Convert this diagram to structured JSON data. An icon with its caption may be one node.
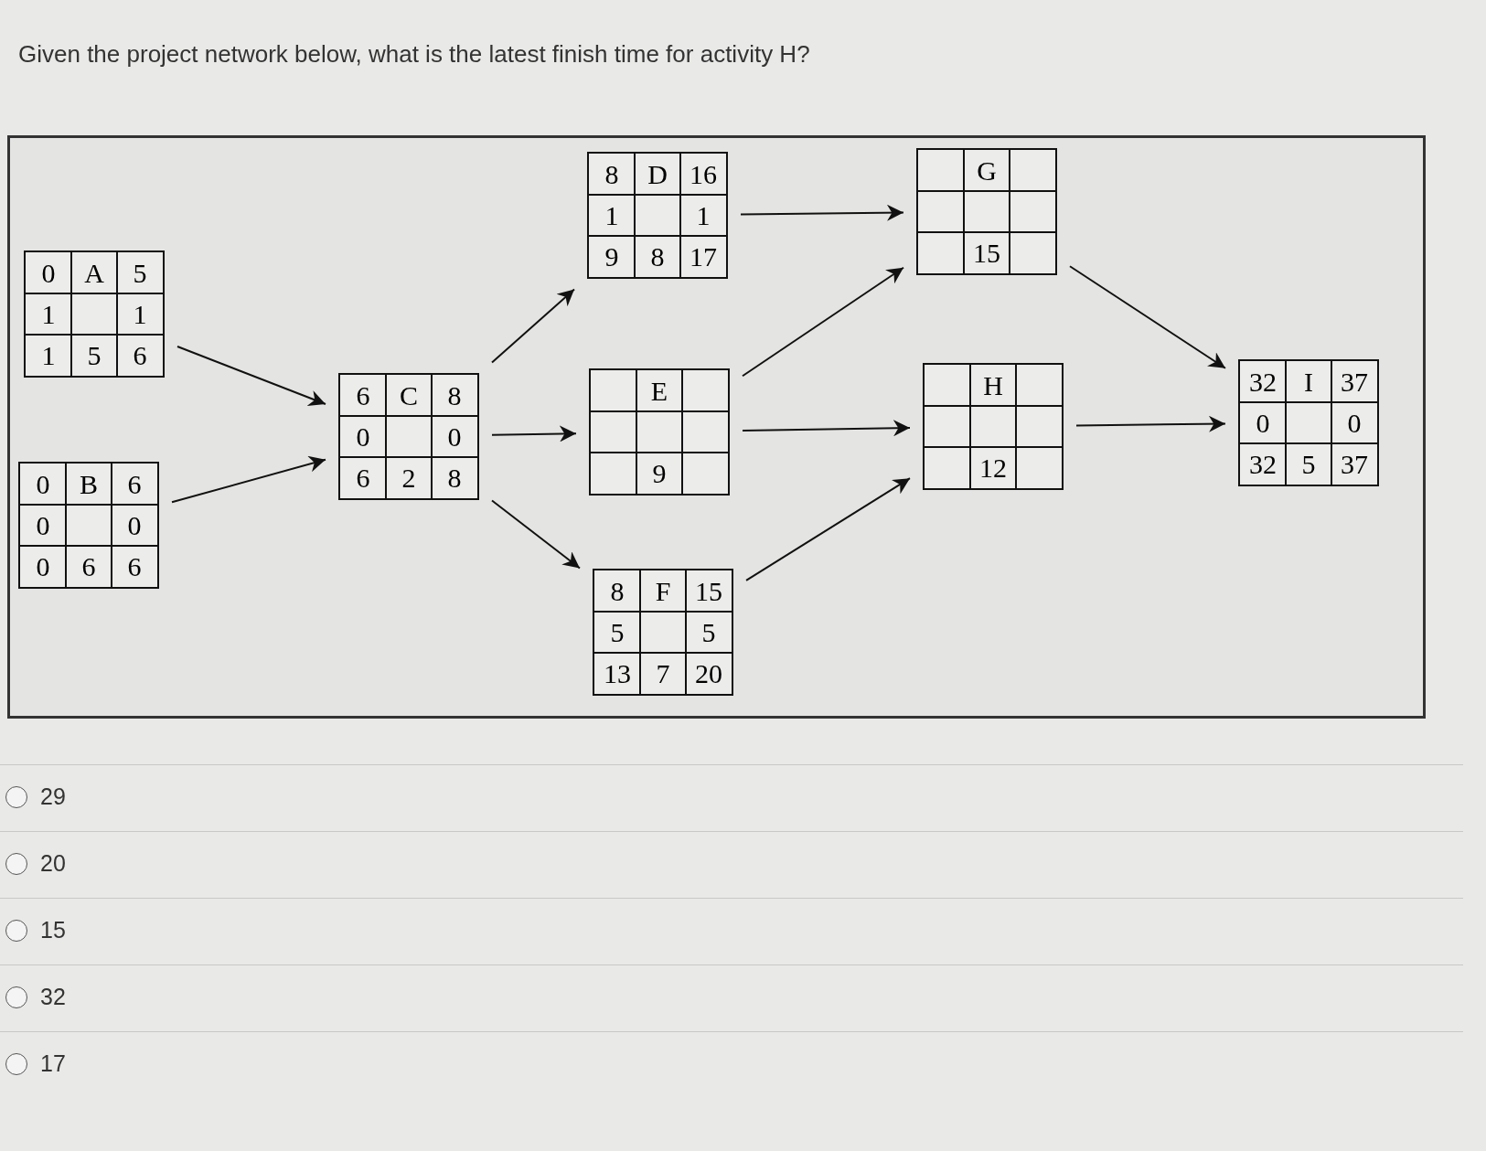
{
  "diagram": {
    "title": "Given the project network below, what is the latest finish time for activity H?",
    "nodes": [
      {
        "text": [
          "0",
          "A",
          "5",
          "1",
          "1",
          "1",
          "5",
          "6"
        ]
      },
      {
        "text": [
          "0",
          "B",
          "6",
          "0",
          "0",
          "0",
          "6",
          "6"
        ]
      },
      {
        "text": [
          "6",
          "C",
          "8",
          "0",
          "0",
          "6",
          "2",
          "8"
        ]
      },
      {
        "text": [
          "8",
          "D",
          "16",
          "1",
          "1",
          "9",
          "8",
          "17"
        ]
      },
      {
        "text": [
          "E",
          "9"
        ]
      },
      {
        "text": [
          "8",
          "F",
          "15",
          "5",
          "5",
          "13",
          "7",
          "20"
        ]
      },
      {
        "text": [
          "G",
          "15"
        ]
      },
      {
        "text": [
          "H",
          "12"
        ]
      },
      {
        "text": [
          "32",
          "I",
          "37",
          "0",
          "0",
          "32",
          "5",
          "37"
        ]
      }
    ],
    "edges": [
      {
        "from": 0,
        "to": 2,
        "arrow": "to"
      },
      {
        "from": 1,
        "to": 2,
        "arrow": "to"
      },
      {
        "from": 2,
        "to": 3,
        "arrow": "to"
      },
      {
        "from": 2,
        "to": 4,
        "arrow": "to"
      },
      {
        "from": 2,
        "to": 5,
        "arrow": "to"
      },
      {
        "from": 3,
        "to": 6,
        "arrow": "to"
      },
      {
        "from": 4,
        "to": 6,
        "arrow": "to"
      },
      {
        "from": 4,
        "to": 7,
        "arrow": "to"
      },
      {
        "from": 5,
        "to": 7,
        "arrow": "to"
      },
      {
        "from": 6,
        "to": 8,
        "arrow": "to"
      },
      {
        "from": 7,
        "to": 8,
        "arrow": "to"
      }
    ],
    "labels": [
      "29",
      "20",
      "15",
      "32",
      "17"
    ]
  }
}
